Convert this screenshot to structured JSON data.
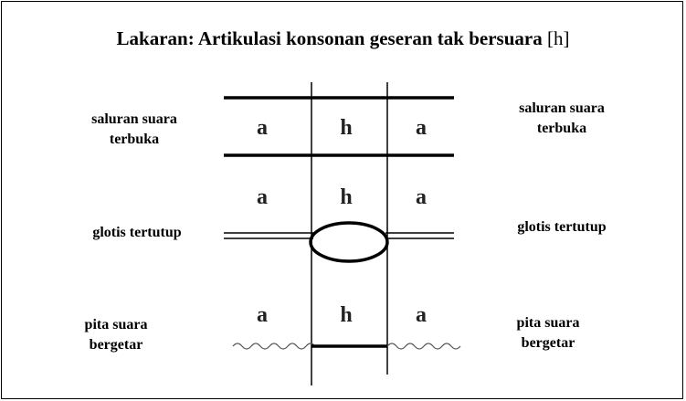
{
  "title": {
    "prefix": "Lakaran: Artikulasi konsonan geseran tak bersuara ",
    "symbol": "[h]"
  },
  "rows": [
    {
      "left_label_line1": "saluran suara",
      "left_label_line2": "terbuka",
      "right_label_line1": "saluran suara",
      "right_label_line2": "terbuka",
      "segments": [
        "a",
        "h",
        "a"
      ]
    },
    {
      "left_label_line1": "glotis tertutup",
      "left_label_line2": "",
      "right_label_line1": "glotis tertutup",
      "right_label_line2": "",
      "segments": [
        "a",
        "h",
        "a"
      ]
    },
    {
      "left_label_line1": "pita suara",
      "left_label_line2": "bergetar",
      "right_label_line1": "pita suara",
      "right_label_line2": "bergetar",
      "segments": [
        "a",
        "h",
        "a"
      ]
    }
  ]
}
